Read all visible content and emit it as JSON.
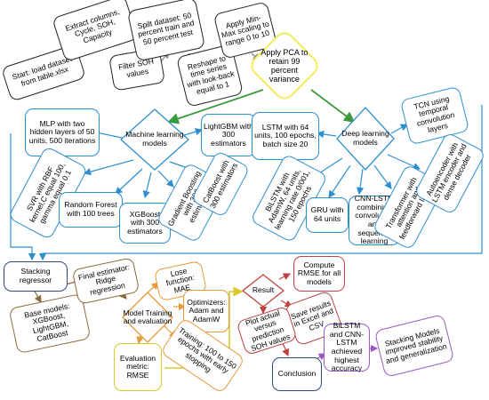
{
  "nodes": {
    "start": "Start: load dataset from table.xlsx",
    "extract": "Extract columns, Cycle, SOH, Capacity",
    "filter": "Filter SOH values",
    "split": "Spilt dataset: 50 percent train and 50 percent test",
    "reshape": "Reshape to time series with look-back equal to 1",
    "minmax": "Apply Min-Max scaling to range 0 to 10",
    "pca": "Apply PCA to retain 99 percent variance",
    "ml": "Machine learning models",
    "mlp": "MLP with two hidden layers of 50 units, 500 iterations",
    "lightgbm": "LightGBM with 300 estimators",
    "svr": "SVR with RBF kernel,C equal 100, gamma equal 0.1",
    "rf": "Random Forest with 100 trees",
    "xgb": "XGBoost with 300 estimators",
    "gb": "Gradient Boosting with 300 estimators",
    "catboost": "CatBoost with 300 estimators",
    "dl": "Deep learning models",
    "lstm": "LSTM with 64 units, 100 epochs, batch size 20",
    "tcn": "TCN using temporal convolution layers",
    "bilstm": "BiLSTM with AdamW, 64 units, learning rate 0/001, 150 epochs",
    "gru": "GRU with 64 units",
    "cnnlstm": "CNN-LSTM combining convolution and sequence learning",
    "transformer": "Transformer with attention and feedforward layers",
    "autoencoder": "Autoencoder with LSTM encoder and dense decoder",
    "stacking": "Stacking regressor",
    "base": "Base models: XGBoost, LightGBM, CatBoost",
    "final": "Final estimator: Ridge regression",
    "training": "Model Training and evaluation",
    "loss": "Lose function: MAE",
    "optim": "Optimizers: Adam and AdamW",
    "epochs": "Training: 100 to 150 epochs with early stopping",
    "metric": "Evaluation metric: RMSE",
    "result": "Result",
    "rmse": "Compute RMSE for all models",
    "save": "Save results in Excel and CSV",
    "plot": "Plot actual versus prediction SOH values",
    "conclusion": "Conclusion",
    "best": "BiLSTM and CNN-LSTM achieved highest accuracy",
    "stackconc": "Stacking Models improved stability and generalization"
  }
}
